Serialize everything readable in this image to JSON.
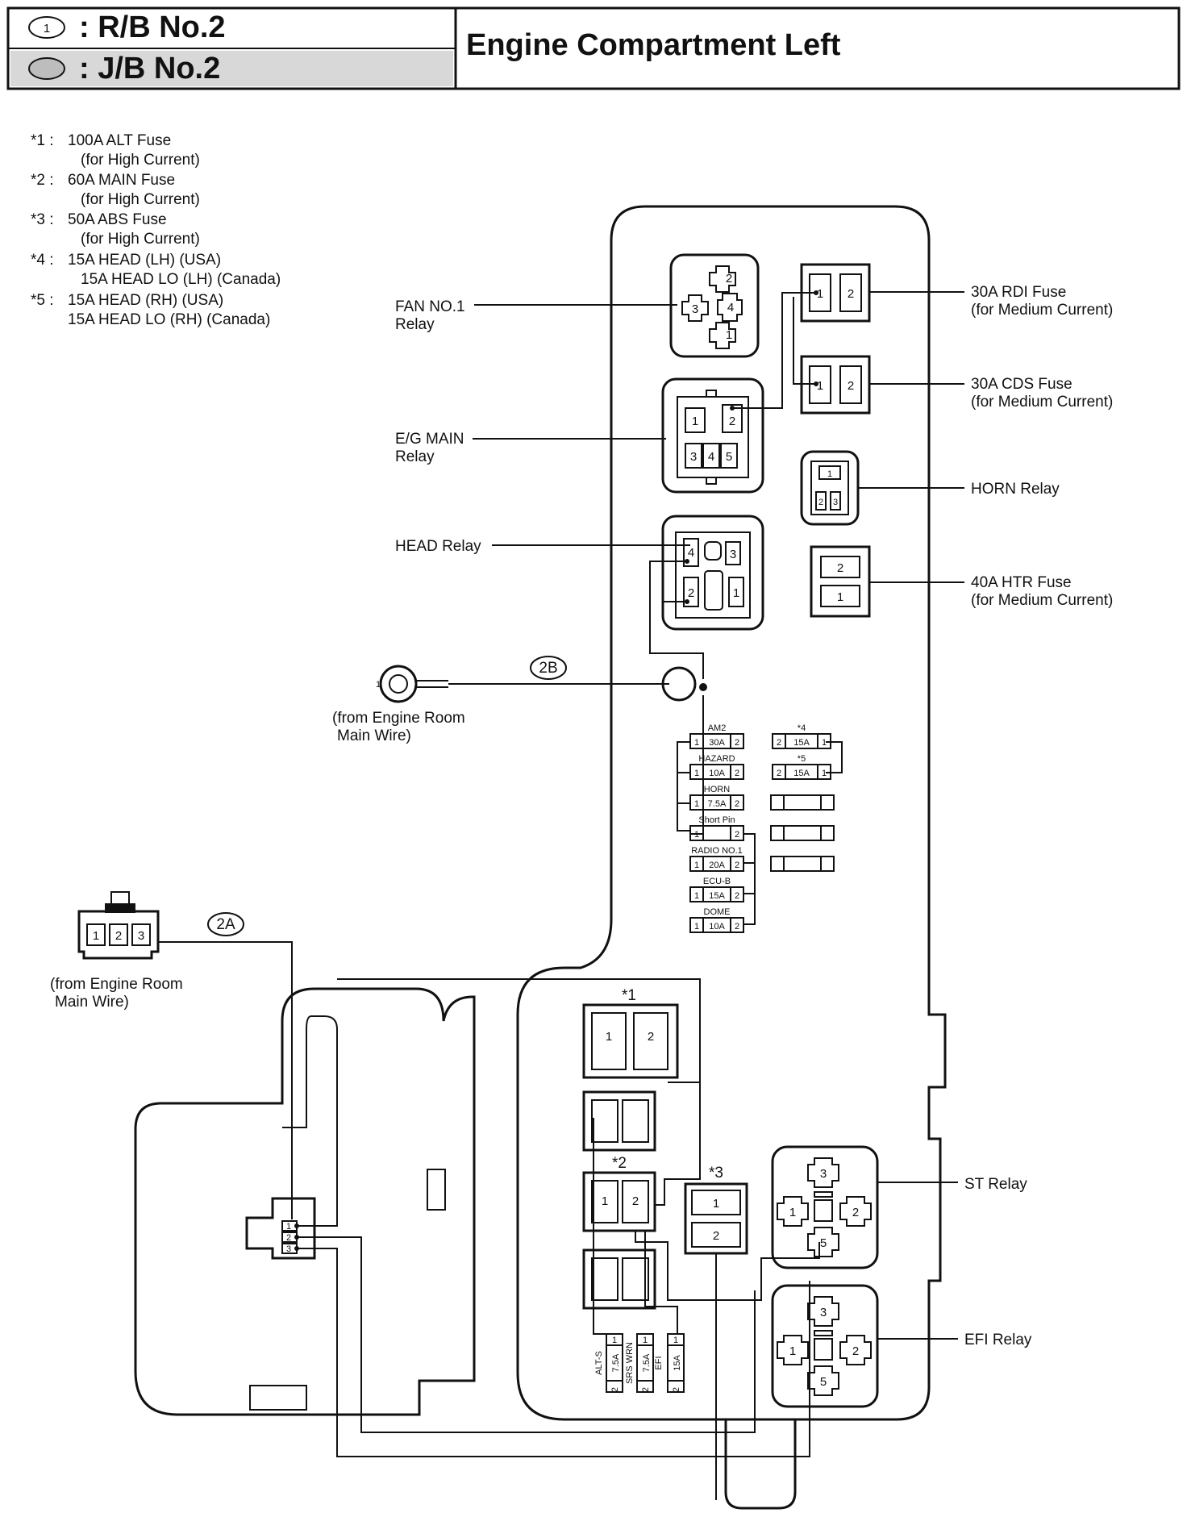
{
  "header": {
    "rb_symbol": "1",
    "rb_label": ": R/B No.2",
    "jb_label": ": J/B No.2",
    "title": "Engine Compartment Left"
  },
  "notes": [
    {
      "mark": "*1 :",
      "lines": [
        "100A ALT Fuse",
        "(for High Current)"
      ]
    },
    {
      "mark": "*2 :",
      "lines": [
        "60A MAIN Fuse",
        "(for High Current)"
      ]
    },
    {
      "mark": "*3 :",
      "lines": [
        "50A ABS Fuse",
        "(for High Current)"
      ]
    },
    {
      "mark": "*4 :",
      "lines": [
        "15A HEAD (LH) (USA)",
        "15A HEAD LO (LH) (Canada)"
      ]
    },
    {
      "mark": "*5 :",
      "lines": [
        "15A HEAD (RH) (USA)",
        "15A HEAD LO (RH) (Canada)"
      ]
    }
  ],
  "labels": {
    "fan_relay": [
      "FAN NO.1",
      "Relay"
    ],
    "eg_main_relay": [
      "E/G MAIN",
      "Relay"
    ],
    "head_relay": "HEAD Relay",
    "rdi_fuse": [
      "30A RDI Fuse",
      "(for Medium Current)"
    ],
    "cds_fuse": [
      "30A CDS Fuse",
      "(for Medium Current)"
    ],
    "horn_relay": "HORN Relay",
    "htr_fuse": [
      "40A HTR Fuse",
      "(for Medium Current)"
    ],
    "st_relay": "ST Relay",
    "efi_relay": "EFI Relay",
    "from_wire_2b": [
      "(from Engine Room",
      "Main Wire)"
    ],
    "from_wire_2a": [
      "(from Engine Room",
      "Main Wire)"
    ]
  },
  "connectors": {
    "c2b": "2B",
    "c2b_pin": "1",
    "c2a": "2A",
    "c2a_pins": [
      "1",
      "2",
      "3"
    ]
  },
  "mini_fuses": [
    {
      "name": "AM2",
      "left": "1",
      "amp": "30A",
      "right": "2"
    },
    {
      "name": "HAZARD",
      "left": "1",
      "amp": "10A",
      "right": "2"
    },
    {
      "name": "HORN",
      "left": "1",
      "amp": "7.5A",
      "right": "2"
    },
    {
      "name": "Short Pin",
      "left": "1",
      "amp": "",
      "right": "2"
    },
    {
      "name": "RADIO NO.1",
      "left": "1",
      "amp": "20A",
      "right": "2"
    },
    {
      "name": "ECU-B",
      "left": "1",
      "amp": "15A",
      "right": "2"
    },
    {
      "name": "DOME",
      "left": "1",
      "amp": "10A",
      "right": "2"
    }
  ],
  "head_fuses": [
    {
      "name": "*4",
      "left": "2",
      "amp": "15A",
      "right": "1"
    },
    {
      "name": "*5",
      "left": "2",
      "amp": "15A",
      "right": "1"
    }
  ],
  "vertical_fuses": [
    {
      "name": "ALT-S",
      "top": "1",
      "amp": "7.5A",
      "bottom": "2"
    },
    {
      "name": "SRS WRN",
      "top": "1",
      "amp": "7.5A",
      "bottom": "2"
    },
    {
      "name": "EFI",
      "top": "1",
      "amp": "15A",
      "bottom": "2"
    }
  ],
  "big_fuses": {
    "f1": "*1",
    "f2": "*2",
    "f3": "*3"
  },
  "pins": {
    "one": "1",
    "two": "2",
    "three": "3",
    "four": "4",
    "five": "5"
  }
}
